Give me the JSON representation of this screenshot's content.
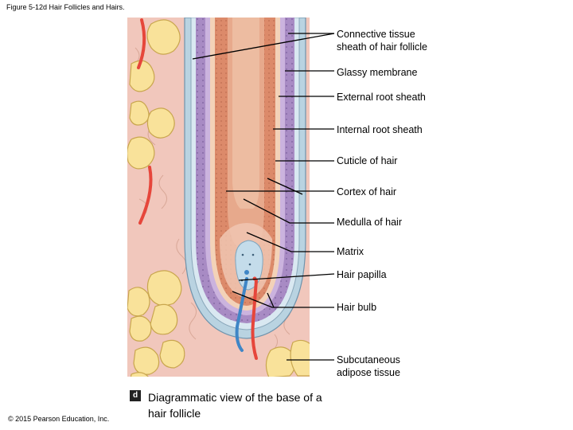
{
  "header": {
    "figure_title": "Figure 5-12d Hair Follicles and Hairs."
  },
  "labels": [
    {
      "key": "connective",
      "lines": [
        "Connective tissue",
        "sheath of hair follicle"
      ]
    },
    {
      "key": "glassy",
      "lines": [
        "Glassy membrane"
      ]
    },
    {
      "key": "external",
      "lines": [
        "External root sheath"
      ]
    },
    {
      "key": "internal",
      "lines": [
        "Internal root sheath"
      ]
    },
    {
      "key": "cuticle",
      "lines": [
        "Cuticle of hair"
      ]
    },
    {
      "key": "cortex",
      "lines": [
        "Cortex of hair"
      ]
    },
    {
      "key": "medulla",
      "lines": [
        "Medulla of hair"
      ]
    },
    {
      "key": "matrix",
      "lines": [
        "Matrix"
      ]
    },
    {
      "key": "papilla",
      "lines": [
        "Hair papilla"
      ]
    },
    {
      "key": "bulb",
      "lines": [
        "Hair bulb"
      ]
    },
    {
      "key": "subcutaneous",
      "lines": [
        "Subcutaneous",
        "adipose tissue"
      ]
    }
  ],
  "panel": {
    "tag": "d",
    "caption": "Diagrammatic view of the base of a hair follicle"
  },
  "footer": {
    "copyright": "© 2015 Pearson Education, Inc."
  },
  "colors": {
    "dermis": "#f1c7bc",
    "fat": "#f9e29a",
    "connective_sheath": "#b9d3e1",
    "external_sheath": "#a88bc4",
    "hair_cortex": "#dc8a6a",
    "medulla": "#e7a98c",
    "papilla": "#c4dcea",
    "artery": "#e6463b",
    "vein": "#3f86c6"
  }
}
